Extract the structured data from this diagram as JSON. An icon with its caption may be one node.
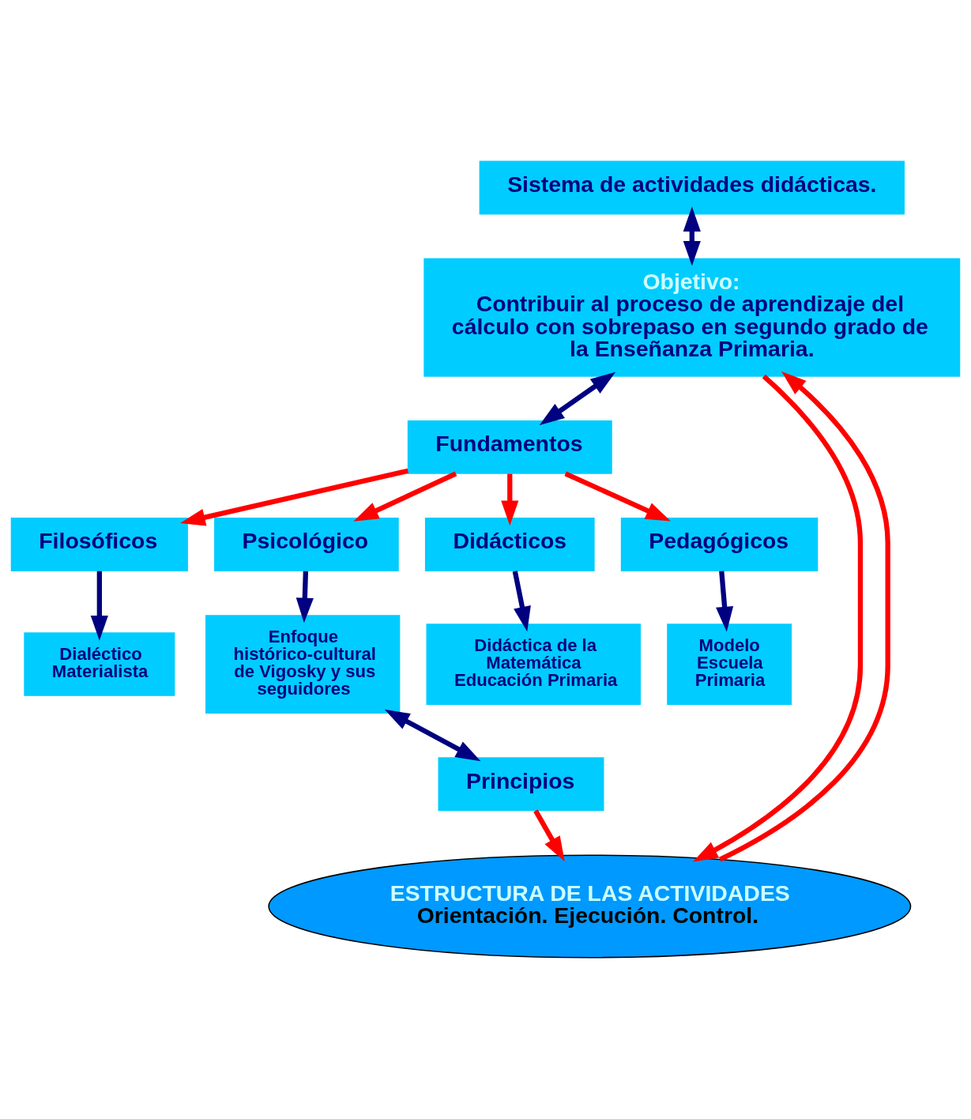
{
  "diagram": {
    "nodes": [
      {
        "text": [
          "Sistema de actividades didácticas."
        ]
      },
      {
        "text": [
          "Objetivo:",
          "Contribuir al proceso de aprendizaje del cálculo con sobrepaso en segundo grado de la Enseñanza Primaria."
        ]
      },
      {
        "text": [
          "Fundamentos"
        ]
      },
      {
        "text": [
          "Filosóficos"
        ]
      },
      {
        "text": [
          "Psicológico"
        ]
      },
      {
        "text": [
          "Didácticos"
        ]
      },
      {
        "text": [
          "Pedagógicos"
        ]
      },
      {
        "text": [
          "Dialéctico Materialista"
        ]
      },
      {
        "text": [
          "Enfoque histórico-cultural de Vigosky y sus seguidores"
        ]
      },
      {
        "text": [
          "Didáctica de la Matemática Educación Primaria"
        ]
      },
      {
        "text": [
          "Modelo Escuela Primaria"
        ]
      },
      {
        "text": [
          "Principios"
        ]
      },
      {
        "text": [
          "ESTRUCTURA DE LAS ACTIVIDADES",
          "Orientación. Ejecución. Control."
        ]
      }
    ],
    "edges": [
      {
        "from": 0,
        "to": 1,
        "arrow": "both"
      },
      {
        "from": 1,
        "to": 2,
        "arrow": "both"
      },
      {
        "from": 2,
        "to": 3,
        "arrow": "to",
        "color": "#ff0000"
      },
      {
        "from": 2,
        "to": 4,
        "arrow": "to",
        "color": "#ff0000"
      },
      {
        "from": 2,
        "to": 5,
        "arrow": "to",
        "color": "#ff0000"
      },
      {
        "from": 2,
        "to": 6,
        "arrow": "to",
        "color": "#ff0000"
      },
      {
        "from": 3,
        "to": 7,
        "arrow": "to"
      },
      {
        "from": 4,
        "to": 8,
        "arrow": "to"
      },
      {
        "from": 5,
        "to": 9,
        "arrow": "to"
      },
      {
        "from": 6,
        "to": 10,
        "arrow": "to"
      },
      {
        "from": 8,
        "to": 11,
        "arrow": "both"
      },
      {
        "from": 11,
        "to": 12,
        "arrow": "to",
        "color": "#ff0000"
      },
      {
        "from": 1,
        "to": 12,
        "arrow": "to",
        "color": "#ff0000"
      },
      {
        "from": 12,
        "to": 1,
        "arrow": "to",
        "color": "#ff0000"
      }
    ]
  }
}
